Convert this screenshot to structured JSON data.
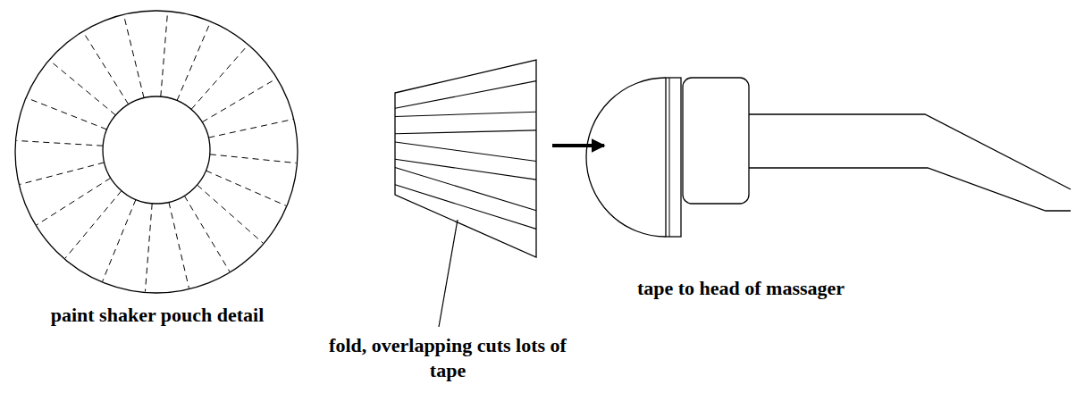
{
  "diagram": {
    "labels": [
      "paint shaker pouch detail",
      "fold, overlapping cuts lots of tape",
      "tape to head of massager"
    ]
  }
}
